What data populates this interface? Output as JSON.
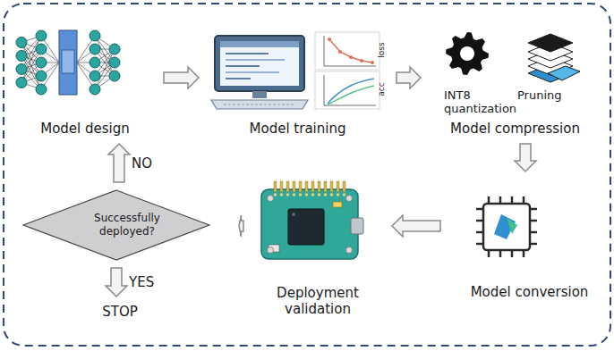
{
  "diagram": {
    "nodes": [
      {
        "text": [
          "Model design"
        ]
      },
      {
        "text": [
          "Model training"
        ]
      },
      {
        "text": [
          "INT8 quantization",
          "Pruning",
          "Model compression"
        ]
      },
      {
        "text": [
          "Model conversion"
        ]
      },
      {
        "text": [
          "Deployment validation"
        ]
      },
      {
        "text": [
          "Successfully deployed?"
        ]
      },
      {
        "text": [
          "STOP"
        ]
      }
    ],
    "edges": [
      {
        "from": 0,
        "to": 1,
        "arrow": "to"
      },
      {
        "from": 1,
        "to": 2,
        "arrow": "to"
      },
      {
        "from": 2,
        "to": 3,
        "arrow": "to"
      },
      {
        "from": 3,
        "to": 4,
        "arrow": "to"
      },
      {
        "from": 4,
        "to": 5,
        "arrow": "to"
      },
      {
        "from": 5,
        "to": 0,
        "label": "NO",
        "arrow": "to"
      },
      {
        "from": 5,
        "to": 6,
        "label": "YES",
        "arrow": "to"
      }
    ],
    "labels": [
      "loss",
      "acc"
    ]
  }
}
